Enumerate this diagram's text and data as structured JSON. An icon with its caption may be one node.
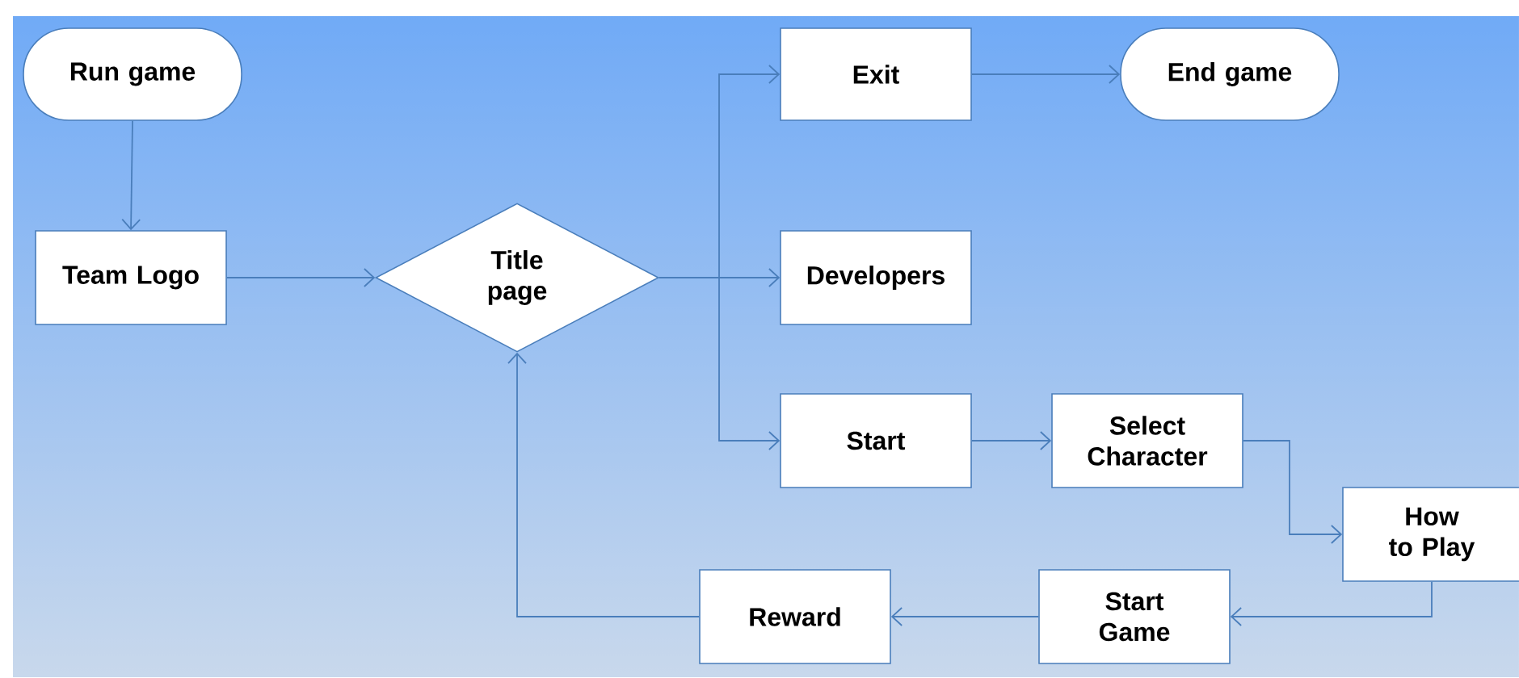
{
  "diagram": {
    "nodes": [
      {
        "text": [
          "Run game"
        ]
      },
      {
        "text": [
          "Team Logo"
        ]
      },
      {
        "text": [
          "Title page"
        ]
      },
      {
        "text": [
          "Exit"
        ]
      },
      {
        "text": [
          "End game"
        ]
      },
      {
        "text": [
          "Developers"
        ]
      },
      {
        "text": [
          "Start"
        ]
      },
      {
        "text": [
          "Select Character"
        ]
      },
      {
        "text": [
          "How to Play"
        ]
      },
      {
        "text": [
          "Start Game"
        ]
      },
      {
        "text": [
          "Reward"
        ]
      }
    ],
    "edges": [
      {
        "from": 0,
        "to": 1,
        "arrow": "to"
      },
      {
        "from": 1,
        "to": 2,
        "arrow": "to"
      },
      {
        "from": 2,
        "to": 3,
        "arrow": "to"
      },
      {
        "from": 2,
        "to": 5,
        "arrow": "to"
      },
      {
        "from": 2,
        "to": 6,
        "arrow": "to"
      },
      {
        "from": 3,
        "to": 4,
        "arrow": "to"
      },
      {
        "from": 6,
        "to": 7,
        "arrow": "to"
      },
      {
        "from": 7,
        "to": 8,
        "arrow": "to"
      },
      {
        "from": 8,
        "to": 9,
        "arrow": "to"
      },
      {
        "from": 9,
        "to": 10,
        "arrow": "to"
      },
      {
        "from": 10,
        "to": 2,
        "arrow": "to"
      }
    ]
  }
}
